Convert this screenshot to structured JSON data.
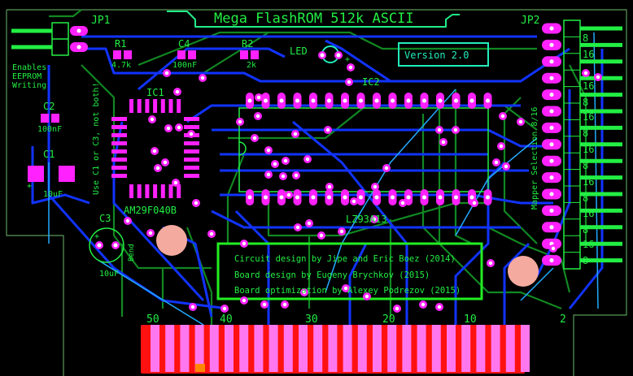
{
  "title": "Mega FlashROM 512k ASCII",
  "version": "Version 2.0",
  "jp1": {
    "label": "JP1",
    "note": [
      "Enables",
      "EEPROM",
      "Writing"
    ]
  },
  "jp2": {
    "label": "JP2",
    "mapper_label": "Mapper Selection 8/16",
    "options": [
      "8",
      "16",
      "16",
      "8",
      "16",
      "8",
      "16",
      "8",
      "16",
      "8",
      "16",
      "8",
      "16",
      "8"
    ]
  },
  "components": {
    "r1": {
      "ref": "R1",
      "value": "4.7k"
    },
    "c4": {
      "ref": "C4",
      "value": "100nF"
    },
    "r2": {
      "ref": "R2",
      "value": "2k"
    },
    "led": {
      "ref": "LED",
      "polarity": "+"
    },
    "c2": {
      "ref": "C2",
      "value": "100nF"
    },
    "c1": {
      "ref": "C1",
      "value": "10uF",
      "polarity": "+"
    },
    "c3": {
      "ref": "C3",
      "value": "10uF",
      "polarity": "+"
    },
    "ic1": {
      "ref": "IC1",
      "part": "AM29F040B"
    },
    "ic2": {
      "ref": "IC2",
      "part": "LZ93A13"
    }
  },
  "notes": {
    "capacitor_choice": "Use C1 or C3, not both!",
    "bend": "Bend"
  },
  "credits": [
    "Circuit design by Jipe and Eric Boez (2014)",
    "Board design by Eugeny Brychkov (2015)",
    "Board optimization by Alexey Podrezov (2015)"
  ],
  "edge_connector": {
    "pin_labels": [
      "50",
      "40",
      "30",
      "20",
      "10",
      "2"
    ]
  },
  "colors": {
    "silk": "#22ee44",
    "top_copper": "#1133ff",
    "bottom_copper": "#118822",
    "pad": "#ff22ff",
    "edge": "#ff1111",
    "finger": "#ff77ee"
  }
}
